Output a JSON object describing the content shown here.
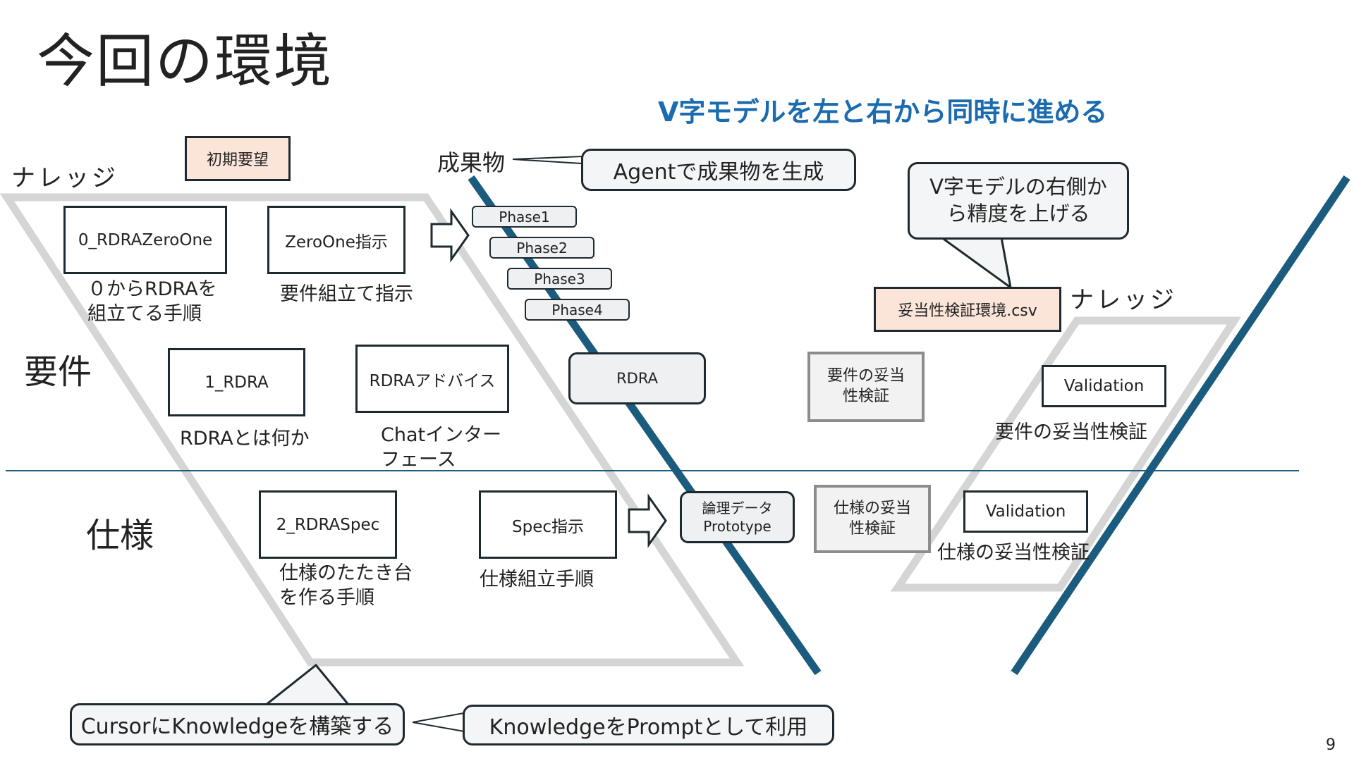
{
  "slide": {
    "title": "今回の環境",
    "page_number": "9",
    "subtitle": "V字モデルを左と右から同時に進める"
  },
  "labels": {
    "knowledge_left": "ナレッジ",
    "knowledge_right": "ナレッジ",
    "youken": "要件",
    "shiyou": "仕様",
    "seikabutsu": "成果物"
  },
  "boxes": {
    "initial_request": "初期要望",
    "rdra_zeroone": "0_RDRAZeroOne",
    "zeroone_instruction": "ZeroOne指示",
    "rdra1": "1_RDRA",
    "rdra_advice": "RDRAアドバイス",
    "rdra_spec": "2_RDRASpec",
    "spec_instruction": "Spec指示",
    "rdra_output": "RDRA",
    "logical_data": "論理データ\nPrototype",
    "validation_env_csv": "妥当性検証環境.csv",
    "req_validation": "要件の妥当\n性検証",
    "spec_validation": "仕様の妥当\n性検証",
    "validation_req": "Validation",
    "validation_spec": "Validation"
  },
  "captions": {
    "zeroone": "０からRDRAを\n組立てる手順",
    "zeroone_instruction": "要件組立て指示",
    "rdra1": "RDRAとは何か",
    "rdra_advice": "Chatインター\nフェース",
    "rdra_spec": "仕様のたたき台\nを作る手順",
    "spec_instruction": "仕様組立手順",
    "validation_req": "要件の妥当性検証",
    "validation_spec": "仕様の妥当性検証"
  },
  "phases": [
    "Phase1",
    "Phase2",
    "Phase3",
    "Phase4"
  ],
  "callouts": {
    "agent": "Agentで成果物を生成",
    "v_right": "V字モデルの右側か\nら精度を上げる",
    "cursor": "CursorにKnowledgeを構築する",
    "prompt": "KnowledgeをPromptとして利用"
  },
  "colors": {
    "v_line": "#1b5c7e",
    "subtitle": "#1a6bb0",
    "peach": "#fbe4d8",
    "knowledge_frame": "#d5d5d5"
  }
}
